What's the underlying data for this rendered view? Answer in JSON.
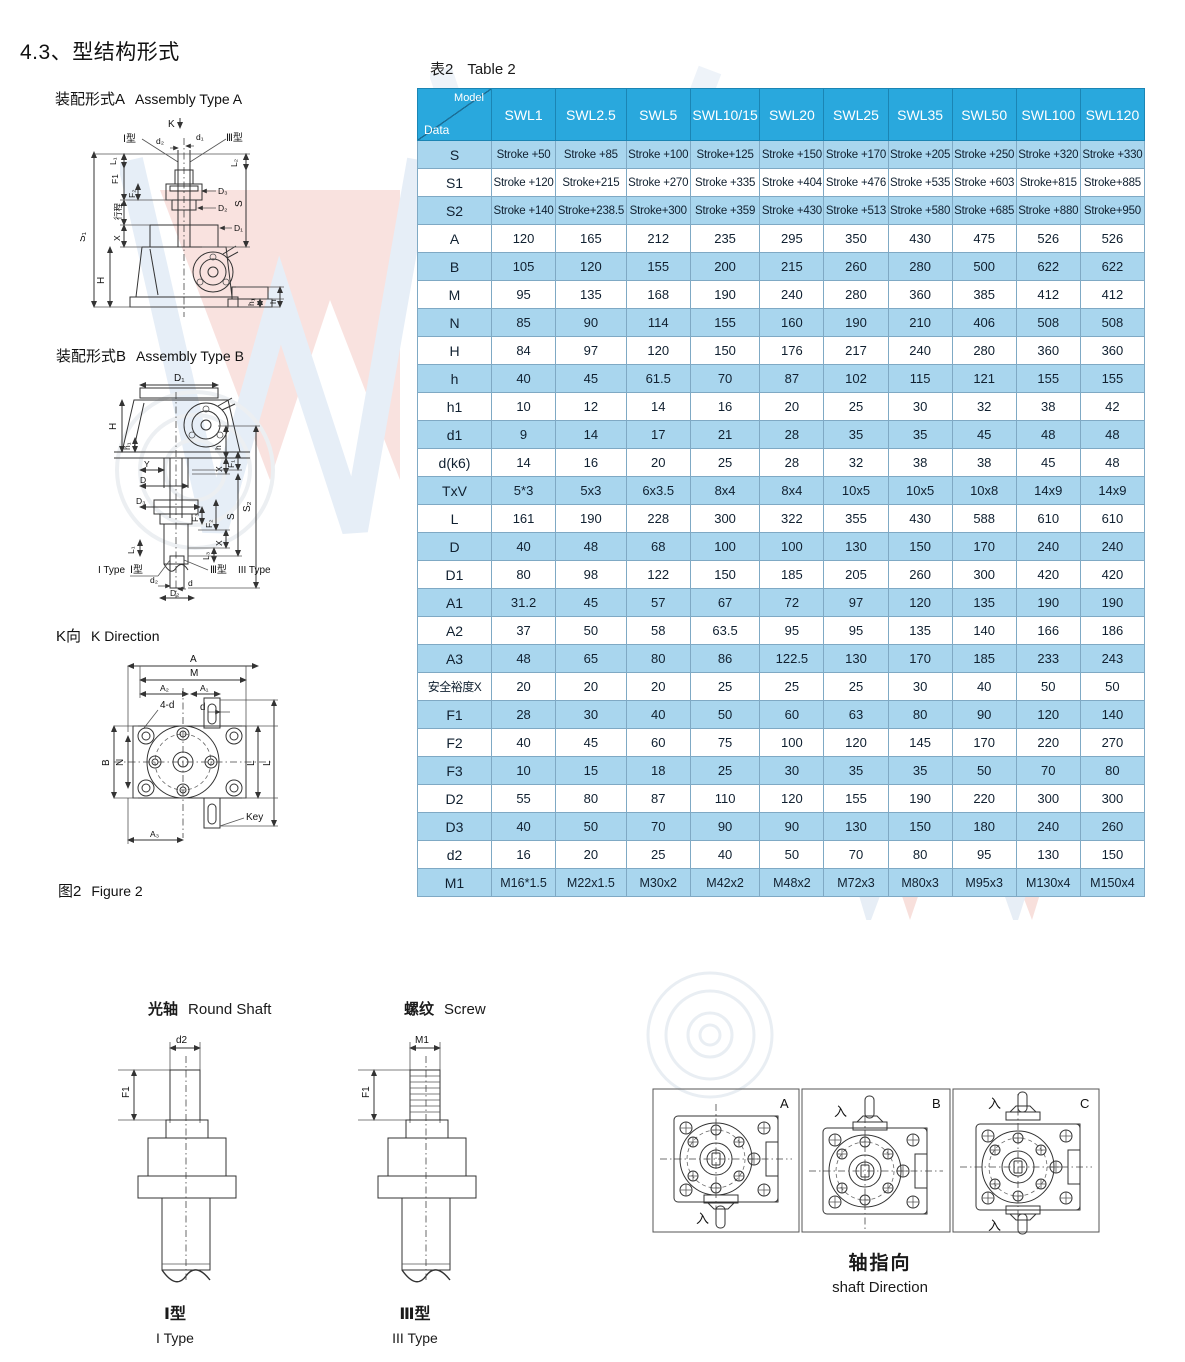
{
  "page": {
    "title": "4.3、型结构形式"
  },
  "figures": {
    "assembly_a": {
      "cn": "装配形式A",
      "en": "Assembly Type A"
    },
    "assembly_b": {
      "cn": "装配形式B",
      "en": "Assembly Type B"
    },
    "k_direction": {
      "cn": "K向",
      "en": "K Direction"
    },
    "figure2": {
      "cn": "图2",
      "en": "Figure 2"
    },
    "diagram_labels": {
      "type_i": "I 型",
      "type_iii": "Ⅲ型",
      "type_i_en": "I Type",
      "type_iii_en": "III Type",
      "key": "Key",
      "four_d": "4-d",
      "k_arrow": "K",
      "stroke_cn": "行程"
    }
  },
  "table": {
    "caption_cn": "表2",
    "caption_en": "Table 2",
    "corner_model": "Model",
    "corner_data": "Data",
    "columns": [
      "SWL1",
      "SWL2.5",
      "SWL5",
      "SWL10/15",
      "SWL20",
      "SWL25",
      "SWL35",
      "SWL50",
      "SWL100",
      "SWL120"
    ],
    "rows": [
      {
        "label": "S",
        "type": "stroke",
        "values": [
          "Stroke +50",
          "Stroke +85",
          "Stroke +100",
          "Stroke+125",
          "Stroke +150",
          "Stroke +170",
          "Stroke +205",
          "Stroke +250",
          "Stroke +320",
          "Stroke +330"
        ]
      },
      {
        "label": "S1",
        "type": "stroke",
        "values": [
          "Stroke +120",
          "Stroke+215",
          "Stroke +270",
          "Stroke +335",
          "Stroke +404",
          "Stroke +476",
          "Stroke +535",
          "Stroke +603",
          "Stroke+815",
          "Stroke+885"
        ]
      },
      {
        "label": "S2",
        "type": "stroke",
        "values": [
          "Stroke +140",
          "Stroke+238.5",
          "Stroke+300",
          "Stroke +359",
          "Stroke +430",
          "Stroke +513",
          "Stroke +580",
          "Stroke +685",
          "Stroke +880",
          "Stroke+950"
        ]
      },
      {
        "label": "A",
        "type": "num",
        "values": [
          "120",
          "165",
          "212",
          "235",
          "295",
          "350",
          "430",
          "475",
          "526",
          "526"
        ]
      },
      {
        "label": "B",
        "type": "num",
        "values": [
          "105",
          "120",
          "155",
          "200",
          "215",
          "260",
          "280",
          "500",
          "622",
          "622"
        ]
      },
      {
        "label": "M",
        "type": "num",
        "values": [
          "95",
          "135",
          "168",
          "190",
          "240",
          "280",
          "360",
          "385",
          "412",
          "412"
        ]
      },
      {
        "label": "N",
        "type": "num",
        "values": [
          "85",
          "90",
          "114",
          "155",
          "160",
          "190",
          "210",
          "406",
          "508",
          "508"
        ]
      },
      {
        "label": "H",
        "type": "num",
        "values": [
          "84",
          "97",
          "120",
          "150",
          "176",
          "217",
          "240",
          "280",
          "360",
          "360"
        ]
      },
      {
        "label": "h",
        "type": "num",
        "values": [
          "40",
          "45",
          "61.5",
          "70",
          "87",
          "102",
          "115",
          "121",
          "155",
          "155"
        ]
      },
      {
        "label": "h1",
        "type": "num",
        "values": [
          "10",
          "12",
          "14",
          "16",
          "20",
          "25",
          "30",
          "32",
          "38",
          "42"
        ]
      },
      {
        "label": "d1",
        "type": "num",
        "values": [
          "9",
          "14",
          "17",
          "21",
          "28",
          "35",
          "35",
          "45",
          "48",
          "48"
        ]
      },
      {
        "label": "d(k6)",
        "type": "num",
        "values": [
          "14",
          "16",
          "20",
          "25",
          "28",
          "32",
          "38",
          "38",
          "45",
          "48"
        ]
      },
      {
        "label": "TxV",
        "type": "num",
        "values": [
          "5*3",
          "5x3",
          "6x3.5",
          "8x4",
          "8x4",
          "10x5",
          "10x5",
          "10x8",
          "14x9",
          "14x9"
        ]
      },
      {
        "label": "L",
        "type": "num",
        "values": [
          "161",
          "190",
          "228",
          "300",
          "322",
          "355",
          "430",
          "588",
          "610",
          "610"
        ]
      },
      {
        "label": "D",
        "type": "num",
        "values": [
          "40",
          "48",
          "68",
          "100",
          "100",
          "130",
          "150",
          "170",
          "240",
          "240"
        ]
      },
      {
        "label": "D1",
        "type": "num",
        "values": [
          "80",
          "98",
          "122",
          "150",
          "185",
          "205",
          "260",
          "300",
          "420",
          "420"
        ]
      },
      {
        "label": "A1",
        "type": "num",
        "values": [
          "31.2",
          "45",
          "57",
          "67",
          "72",
          "97",
          "120",
          "135",
          "190",
          "190"
        ]
      },
      {
        "label": "A2",
        "type": "num",
        "values": [
          "37",
          "50",
          "58",
          "63.5",
          "95",
          "95",
          "135",
          "140",
          "166",
          "186"
        ]
      },
      {
        "label": "A3",
        "type": "num",
        "values": [
          "48",
          "65",
          "80",
          "86",
          "122.5",
          "130",
          "170",
          "185",
          "233",
          "243"
        ]
      },
      {
        "label": "安全裕度X",
        "type": "num",
        "cjk": true,
        "values": [
          "20",
          "20",
          "20",
          "25",
          "25",
          "25",
          "30",
          "40",
          "50",
          "50"
        ]
      },
      {
        "label": "F1",
        "type": "num",
        "values": [
          "28",
          "30",
          "40",
          "50",
          "60",
          "63",
          "80",
          "90",
          "120",
          "140"
        ]
      },
      {
        "label": "F2",
        "type": "num",
        "values": [
          "40",
          "45",
          "60",
          "75",
          "100",
          "120",
          "145",
          "170",
          "220",
          "270"
        ]
      },
      {
        "label": "F3",
        "type": "num",
        "values": [
          "10",
          "15",
          "18",
          "25",
          "30",
          "35",
          "35",
          "50",
          "70",
          "80"
        ]
      },
      {
        "label": "D2",
        "type": "num",
        "values": [
          "55",
          "80",
          "87",
          "110",
          "120",
          "155",
          "190",
          "220",
          "300",
          "300"
        ]
      },
      {
        "label": "D3",
        "type": "num",
        "values": [
          "40",
          "50",
          "70",
          "90",
          "90",
          "130",
          "150",
          "180",
          "240",
          "260"
        ]
      },
      {
        "label": "d2",
        "type": "num",
        "values": [
          "16",
          "20",
          "25",
          "40",
          "50",
          "70",
          "80",
          "95",
          "130",
          "150"
        ]
      },
      {
        "label": "M1",
        "type": "m1",
        "values": [
          "M16*1.5",
          "M22x1.5",
          "M30x2",
          "M42x2",
          "M48x2",
          "M72x3",
          "M80x3",
          "M95x3",
          "M130x4",
          "M150x4"
        ]
      }
    ]
  },
  "shafts": {
    "round": {
      "cn": "光轴",
      "en": "Round Shaft",
      "dim_top": "d2",
      "dim_side": "F1"
    },
    "screw": {
      "cn": "螺纹",
      "en": "Screw",
      "dim_top": "M1",
      "dim_side": "F1"
    },
    "type_i": {
      "cn": "Ⅰ型",
      "en": "I Type"
    },
    "type_iii": {
      "cn": "Ⅲ型",
      "en": "III Type"
    }
  },
  "shaft_direction": {
    "cn": "轴指向",
    "en": "shaft Direction",
    "panels": [
      {
        "letter": "A",
        "marker": "入"
      },
      {
        "letter": "B",
        "marker": "入"
      },
      {
        "letter": "C",
        "marker": "入"
      }
    ]
  },
  "colors": {
    "header_blue": "#29a8dd",
    "row_blue": "#a9d6ee",
    "border": "#7fa9c4",
    "text": "#102030"
  }
}
